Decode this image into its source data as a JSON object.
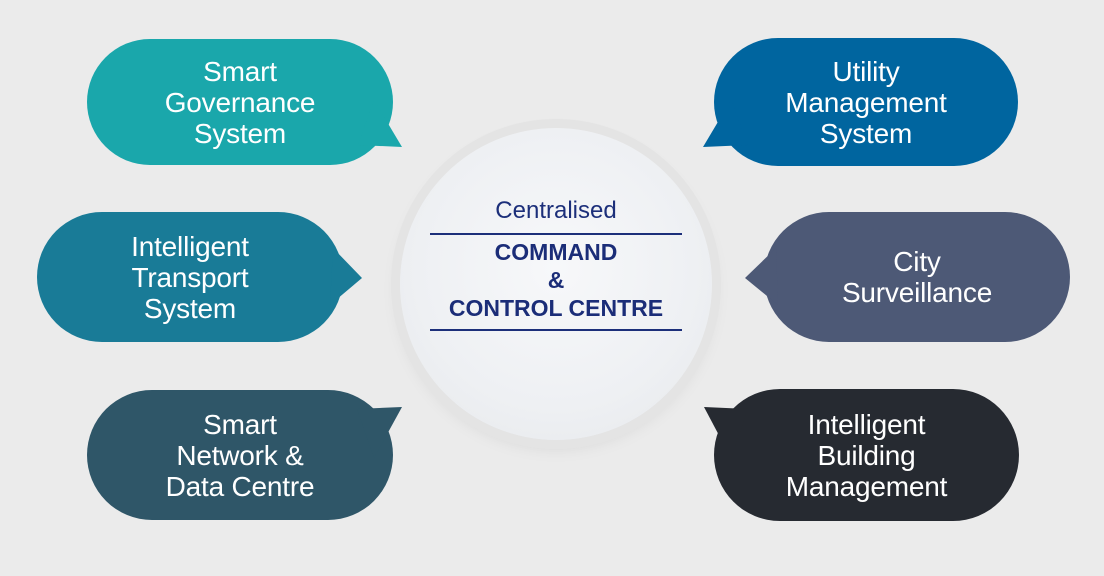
{
  "center": {
    "title": "Centralised",
    "line1": "COMMAND",
    "line2": "&",
    "line3": "CONTROL CENTRE"
  },
  "nodes": [
    {
      "lines": [
        "Smart",
        "Governance",
        "System"
      ],
      "color": "#1aa7ab"
    },
    {
      "lines": [
        "Intelligent",
        "Transport",
        "System"
      ],
      "color": "#197b97"
    },
    {
      "lines": [
        "Smart",
        "Network &",
        "Data Centre"
      ],
      "color": "#2f5668"
    },
    {
      "lines": [
        "Utility",
        "Management",
        "System"
      ],
      "color": "#00659f"
    },
    {
      "lines": [
        "City",
        "Surveillance"
      ],
      "color": "#4d5976"
    },
    {
      "lines": [
        "Intelligent",
        "Building",
        "Management"
      ],
      "color": "#262a31"
    }
  ]
}
